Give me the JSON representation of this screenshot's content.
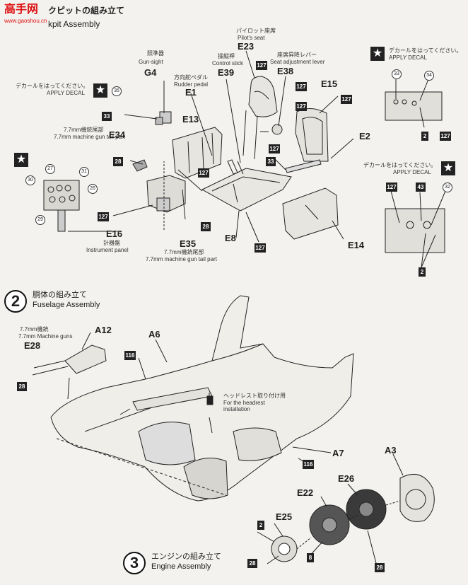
{
  "header": {
    "logo_text": "高手网",
    "logo_sub": "www.gaoshou.cn",
    "step1_jp": "クピットの組み立て",
    "step1_en": "kpit Assembly"
  },
  "step1": {
    "pilot_seat_jp": "パイロット座席",
    "pilot_seat_en": "Pilot's seat",
    "pilot_seat_part": "E23",
    "gunsight_jp": "照準器",
    "gunsight_en": "Gun-sight",
    "gunsight_part": "G4",
    "stick_jp": "操縦桿",
    "stick_en": "Control stick",
    "stick_part": "E39",
    "seat_lever_jp": "座席昇降レバー",
    "seat_lever_en": "Seat adjustment lever",
    "seat_lever_part": "E38",
    "pedal_jp": "方向舵ペダル",
    "pedal_en": "Rudder pedal",
    "pedal_part": "E1",
    "decal_jp_left": "デカールをはってください。",
    "decal_en_left": "APPLY DECAL",
    "decal_jp_right": "デカールをはってください。",
    "decal_en_right": "APPLY DECAL",
    "decal_jp_right2": "デカールをはってください。",
    "decal_en_right2": "APPLY DECAL",
    "part_e15": "E15",
    "part_e13": "E13",
    "part_e2": "E2",
    "gun_tail_jp": "7.7mm機銃尾部",
    "gun_tail_en": "7.7mm machine gun tail part",
    "part_e34": "E34",
    "part_e16": "E16",
    "instrument_jp": "計器盤",
    "instrument_en": "Instrument panel",
    "part_e35": "E35",
    "gun_tail2_jp": "7.7mm機銃尾部",
    "gun_tail2_en": "7.7mm machine gun tail part",
    "part_e8": "E8",
    "part_e14": "E14"
  },
  "step2": {
    "number": "2",
    "title_jp": "胴体の組み立て",
    "title_en": "Fuselage Assembly",
    "guns_jp": "7.7mm機銃",
    "guns_en": "7.7mm Machine guns",
    "part_e28": "E28",
    "part_a12": "A12",
    "part_a6": "A6",
    "headrest_jp": "ヘッドレスト取り付け用",
    "headrest_en1": "For the headrest",
    "headrest_en2": "installation",
    "part_a7": "A7"
  },
  "step3": {
    "number": "3",
    "title_jp": "エンジンの組み立て",
    "title_en": "Engine Assembly",
    "part_a3": "A3",
    "part_e26": "E26",
    "part_e22": "E22",
    "part_e25": "E25"
  },
  "paint_codes": {
    "c127": "127",
    "c116": "116",
    "c33": "33",
    "c28": "28",
    "c2": "2",
    "c8": "8",
    "c43": "43"
  },
  "decal_numbers": {
    "d35": "35",
    "d27": "27",
    "d31": "31",
    "d30": "30",
    "d26": "26",
    "d29": "29",
    "d33": "33",
    "d34": "34",
    "d32": "32"
  },
  "icons": [
    "star-icon",
    "step-number-icon"
  ]
}
